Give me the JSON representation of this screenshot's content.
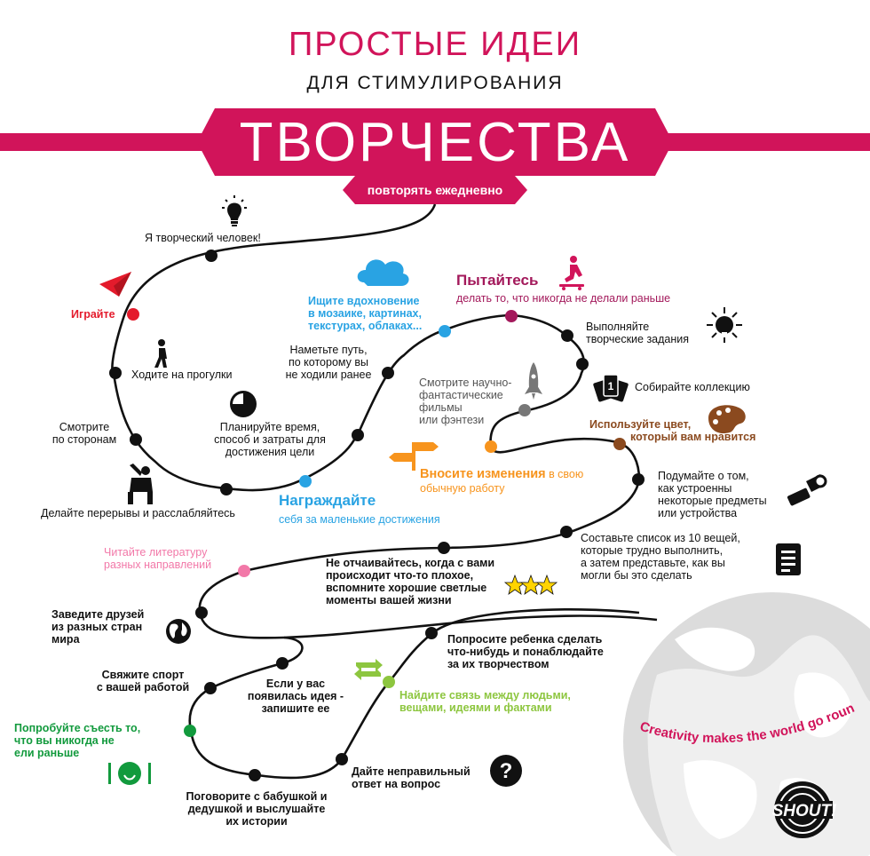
{
  "header": {
    "title_line1": "ПРОСТЫЕ ИДЕИ",
    "title_line2": "ДЛЯ СТИМУЛИРОВАНИЯ",
    "banner": "ТВОРЧЕСТВА",
    "subtitle": "повторять ежедневно"
  },
  "colors": {
    "magenta": "#d1145a",
    "blue": "#29a3e3",
    "red": "#e41b2c",
    "orange": "#f7941d",
    "brown": "#8b4a1f",
    "pink": "#f278a8",
    "green": "#129a3d",
    "lime": "#8dc63f",
    "globe": "#d9d8d8"
  },
  "steps": {
    "creative": "Я творческий человек!",
    "play": "Играйте",
    "walks": "Ходите на прогулки",
    "look_around": [
      "Смотрите",
      "по сторонам"
    ],
    "breaks": "Делайте перерывы и расслабляйтесь",
    "plan_time": [
      "Планируйте время,",
      "способ и затраты для",
      "достижения цели"
    ],
    "new_path": [
      "Наметьте путь,",
      "по которому вы",
      "не ходили ранее"
    ],
    "inspiration": [
      "Ищите вдохновение",
      "в мозаике, картинах,",
      "текстурах, облаках..."
    ],
    "try_title": "Пытайтесь",
    "try_text": "делать то, что никогда не делали раньше",
    "tasks": [
      "Выполняйте",
      "творческие задания"
    ],
    "collection": "Собирайте коллекцию",
    "scifi": [
      "Смотрите научно-",
      "фантастические",
      "фильмы",
      "или фэнтези"
    ],
    "color": [
      "Используйте цвет,",
      "который вам нравится"
    ],
    "changes_main": "Вносите изменения",
    "changes_tail": "в свою",
    "changes_line2": "обычную работу",
    "reward_title": "Награждайте",
    "reward_text": "себя за маленькие достижения",
    "devices": [
      "Подумайте о том,",
      "как устроенны",
      "некоторые предметы",
      "или устройства"
    ],
    "list10": [
      "Составьте список из 10 вещей,",
      "которые трудно выполнить,",
      "а затем представьте, как вы",
      "могли бы это сделать"
    ],
    "literature": [
      "Читайте литературу",
      "разных направлений"
    ],
    "despair": [
      "Не отчаивайтесь, когда с вами",
      "происходит что-то плохое,",
      "вспомните хорошие светлые",
      "моменты вашей жизни"
    ],
    "friends": [
      "Заведите друзей",
      "из разных стран",
      "мира"
    ],
    "child": [
      "Попросите ребенка сделать",
      "что-нибудь и понаблюдайте",
      "за их творчеством"
    ],
    "sport": [
      "Свяжите спорт",
      "с вашей работой"
    ],
    "idea": [
      "Если у вас",
      "появилась идея -",
      "запишите ее"
    ],
    "connection": [
      "Найдите связь между людьми,",
      "вещами, идеями и фактами"
    ],
    "eat": [
      "Попробуйте съесть то,",
      "что вы никогда не",
      "ели раньше"
    ],
    "wrong_answer": [
      "Дайте неправильный",
      "ответ на вопрос"
    ],
    "grandparents": [
      "Поговорите с бабушкой и",
      "дедушкой и выслушайте",
      "их истории"
    ]
  },
  "globe_text": "Creativity makes the world go round",
  "logo": "SHOUT!",
  "icons": [
    "lightbulb-icon",
    "paper-plane-icon",
    "walking-person-icon",
    "pie-clock-icon",
    "relaxing-person-icon",
    "cloud-icon",
    "skateboarder-icon",
    "sun-bulb-icon",
    "rocket-icon",
    "cards-icon",
    "palette-icon",
    "signpost-icon",
    "flashlight-icon",
    "list-doc-icon",
    "stars-icon",
    "globe-icon",
    "retweet-icon",
    "plate-icon",
    "question-icon"
  ]
}
